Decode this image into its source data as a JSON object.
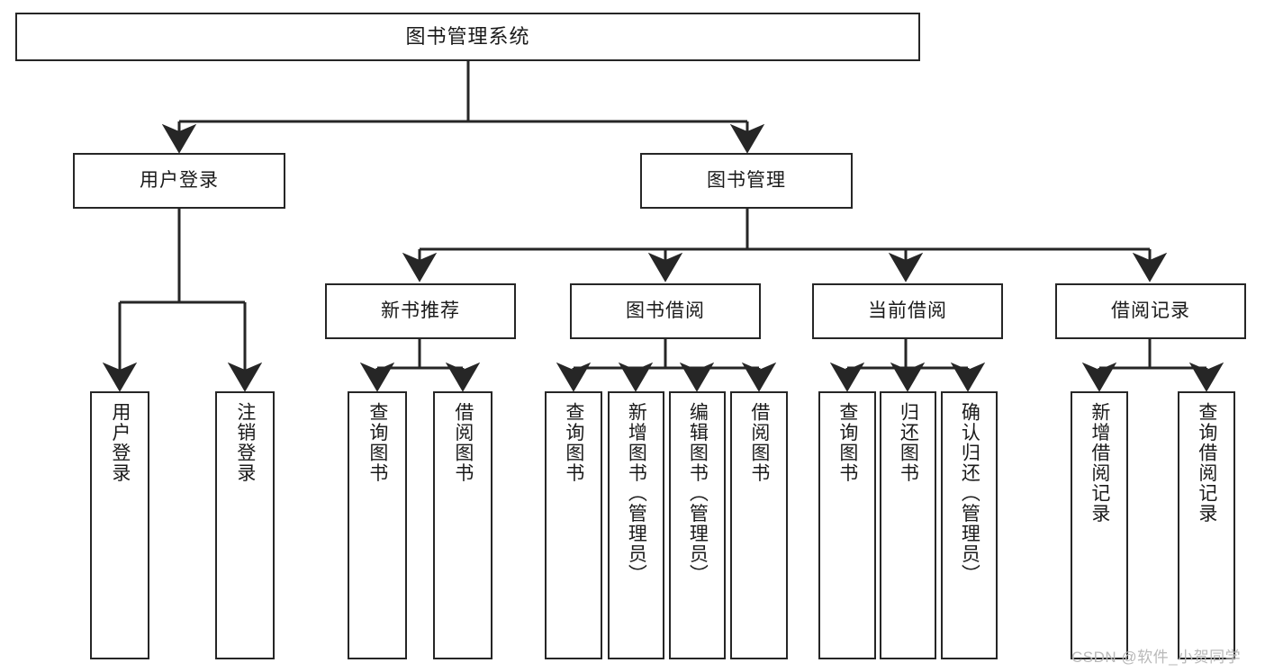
{
  "diagram": {
    "title": "图书管理系统",
    "type": "tree-hierarchy-diagram",
    "watermark": "CSDN @软件_小贺同学",
    "colors": {
      "stroke": "#262626",
      "fill": "#ffffff",
      "text": "#1a1a1a",
      "watermark": "#b9b9b9"
    },
    "nodes": {
      "root": {
        "label": "图书管理系统"
      },
      "level2": [
        {
          "id": "user-login",
          "label": "用户登录"
        },
        {
          "id": "book-manage",
          "label": "图书管理"
        }
      ],
      "level3": [
        {
          "id": "new-book-recommend",
          "label": "新书推荐"
        },
        {
          "id": "book-borrow",
          "label": "图书借阅"
        },
        {
          "id": "current-borrow",
          "label": "当前借阅"
        },
        {
          "id": "borrow-record",
          "label": "借阅记录"
        }
      ],
      "leaves": {
        "user_login": [
          {
            "id": "leaf-user-login",
            "label": "用户登录"
          },
          {
            "id": "leaf-logout",
            "label": "注销登录"
          }
        ],
        "new_book_recommend": [
          {
            "id": "leaf-query-book-1",
            "label": "查询图书"
          },
          {
            "id": "leaf-borrow-book-1",
            "label": "借阅图书"
          }
        ],
        "book_borrow": [
          {
            "id": "leaf-query-book-2",
            "label": "查询图书"
          },
          {
            "id": "leaf-add-book",
            "label": "新增图书（管理员）"
          },
          {
            "id": "leaf-edit-book",
            "label": "编辑图书（管理员）"
          },
          {
            "id": "leaf-borrow-book-2",
            "label": "借阅图书"
          }
        ],
        "current_borrow": [
          {
            "id": "leaf-query-book-3",
            "label": "查询图书"
          },
          {
            "id": "leaf-return-book",
            "label": "归还图书"
          },
          {
            "id": "leaf-confirm-return",
            "label": "确认归还（管理员）"
          }
        ],
        "borrow_record": [
          {
            "id": "leaf-add-record",
            "label": "新增借阅记录"
          },
          {
            "id": "leaf-query-record",
            "label": "查询借阅记录"
          }
        ]
      }
    }
  }
}
